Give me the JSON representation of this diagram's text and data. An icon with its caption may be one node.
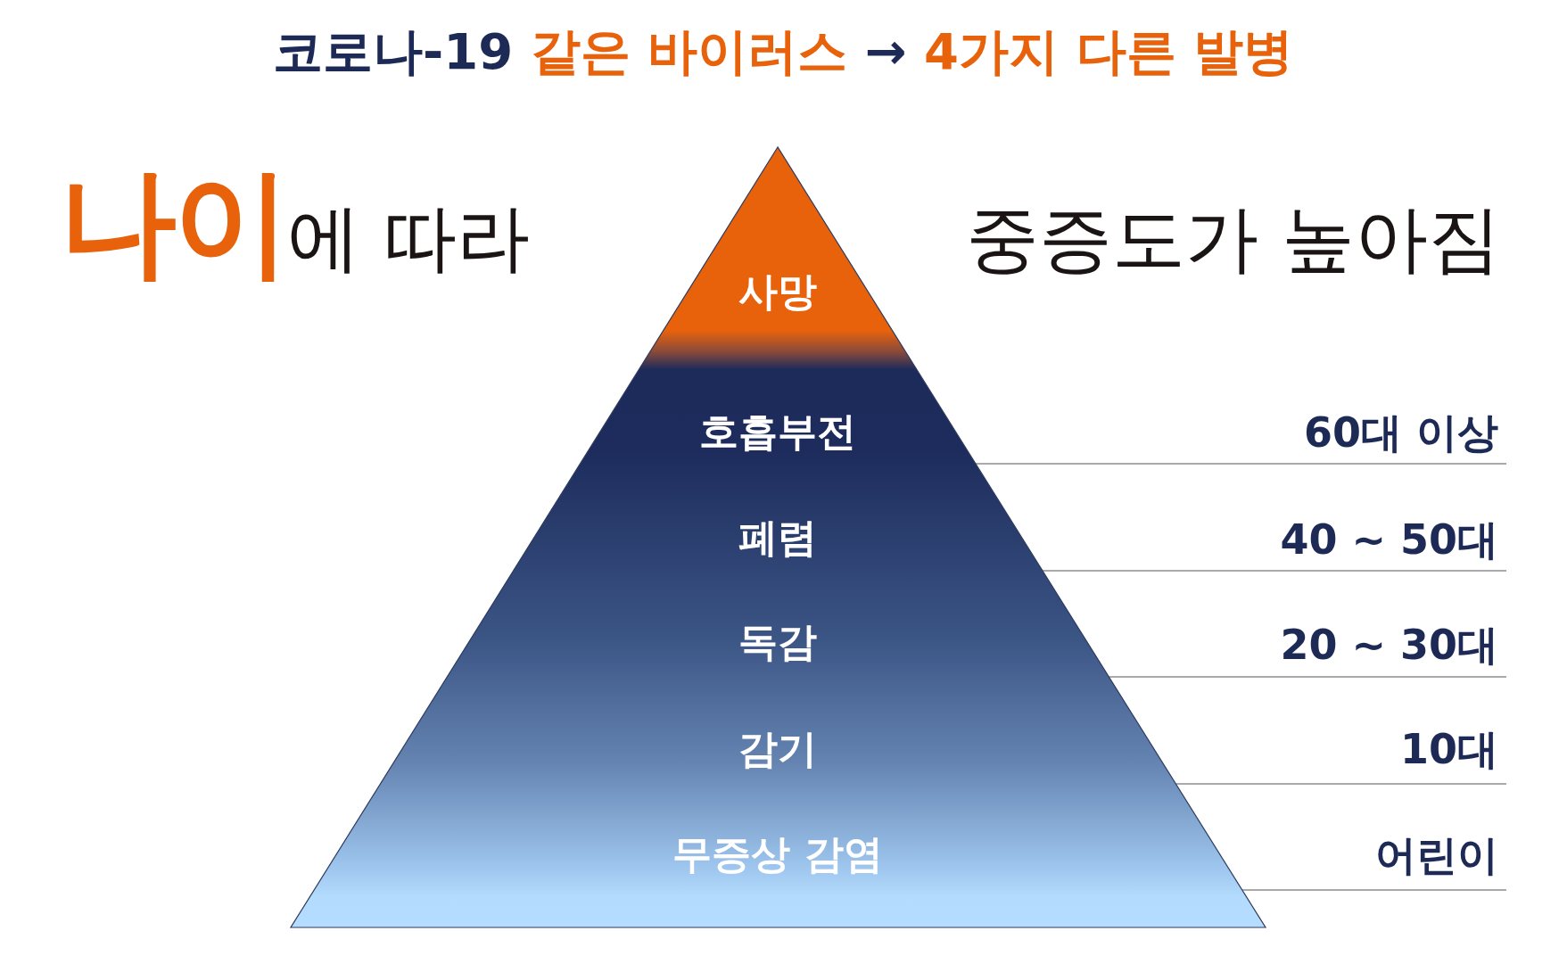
{
  "diagram": {
    "title": "코로나-19 같은 바이러스 → 4가지 다른 발병",
    "nodes": [
      {
        "text": [
          "사망",
          "호흡부전",
          "폐렴",
          "독감",
          "감기",
          "무증상 감염"
        ]
      }
    ],
    "labels": [
      "**나이**에 따라",
      "중증도가 높아짐",
      "60대 이상",
      "40 ~ 50대",
      "20 ~ 30대",
      "10대",
      "어린이"
    ]
  }
}
